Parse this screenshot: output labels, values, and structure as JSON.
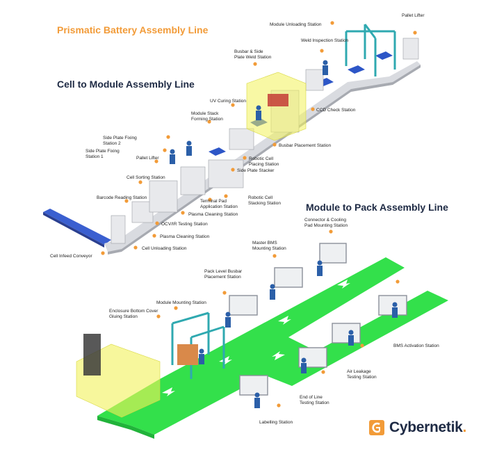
{
  "titles": {
    "main": "Prismatic Battery Assembly Line",
    "cell_to_module": "Cell to Module Assembly Line",
    "module_to_pack": "Module to Pack Assembly Line"
  },
  "brand": {
    "name": "Cybernetik",
    "dot": ".",
    "accent": "#f29b38"
  },
  "colors": {
    "accent": "#f29b38",
    "navy": "#1e2a44",
    "conveyor": "#33e04b",
    "highlight": "#f2f25a",
    "frame": "#2fa9b0"
  },
  "labels": {
    "module_unloading": "Module Unloading Station",
    "pallet_lifter_top": "Pallet Lifter",
    "weld_inspection": "Weld Inspection Station",
    "busbar_weld": "Busbar & Side Plate Weld Station",
    "uv_curing": "UV Curing Station",
    "ccd_check": "CCD Check Station",
    "module_stack": "Module Stack Forming Station",
    "side_plate_2": "Side Plate Fixing Station 2",
    "side_plate_1": "Side Plate Fixing Station 1",
    "busbar_placement": "Busbar Placement Station",
    "pallet_lifter": "Pallet Lifter",
    "robotic_cell_placing": "Robotic Cell Placing Station",
    "side_plate_stacker": "Side Plate Stacker",
    "cell_sorting": "Cell Sorting Station",
    "barcode_reading": "Barcode Reading Station",
    "robotic_cell_stacking": "Robotic Cell Stacking Station",
    "terminal_pad": "Terminal Pad Application Station",
    "plasma_cleaning_1": "Plasma Cleaning Station",
    "ocv_ir": "OCV/IR Testing Station",
    "plasma_cleaning_2": "Plasma Cleaning Station",
    "cell_unloading": "Cell Unloading Station",
    "cell_infeed": "Cell Infeed Conveyor",
    "connector_cooling": "Connector & Cooling Pad Mounting Station",
    "master_bms": "Master BMS Mounting Station",
    "pack_busbar": "Pack Level Busbar Placement Station",
    "module_mounting": "Module Mounting Station",
    "enclosure_bottom": "Enclosure Bottom Cover Gluing Station",
    "bms_activation": "BMS Activation Station",
    "air_leakage": "Air Leakage Testing Station",
    "end_of_line": "End of Line Testing Station",
    "labelling": "Labelling Station"
  }
}
